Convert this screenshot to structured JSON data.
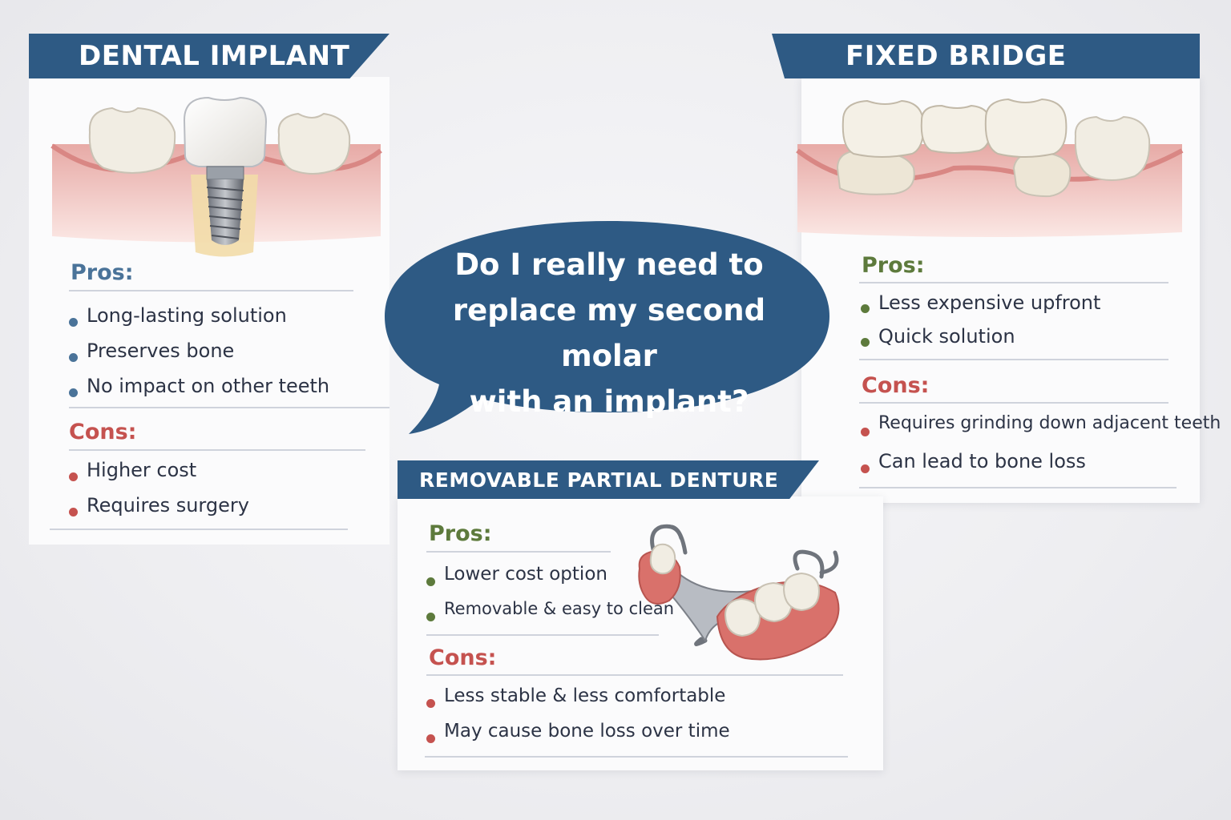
{
  "question": {
    "line1": "Do I really need to",
    "line2": "replace my second molar",
    "line3": "with an implant?"
  },
  "implant": {
    "title": "DENTAL IMPLANT",
    "pros_label": "Pros:",
    "pros": [
      "Long-lasting solution",
      "Preserves bone",
      "No impact on other teeth"
    ],
    "cons_label": "Cons:",
    "cons": [
      "Higher cost",
      "Requires surgery"
    ]
  },
  "bridge": {
    "title": "FIXED BRIDGE",
    "pros_label": "Pros:",
    "pros": [
      "Less expensive upfront",
      "Quick solution"
    ],
    "cons_label": "Cons:",
    "cons": [
      "Requires grinding down adjacent teeth",
      "Can lead to bone loss"
    ]
  },
  "denture": {
    "title": "REMOVABLE PARTIAL DENTURE",
    "pros_label": "Pros:",
    "pros": [
      "Lower cost option",
      "Removable & easy to clean"
    ],
    "cons_label": "Cons:",
    "cons": [
      "Less stable & less comfortable",
      "May cause bone loss over time"
    ]
  },
  "colors": {
    "banner": "#2e5a84",
    "bubble": "#2e5a84",
    "pros_blue": "#4a7399",
    "pros_green": "#5d7a3c",
    "cons_red": "#c5524f",
    "gum": "#e8a3a0",
    "tooth": "#f1ede3"
  },
  "icons": [
    "dental-implant-illustration",
    "fixed-bridge-illustration",
    "partial-denture-illustration"
  ]
}
